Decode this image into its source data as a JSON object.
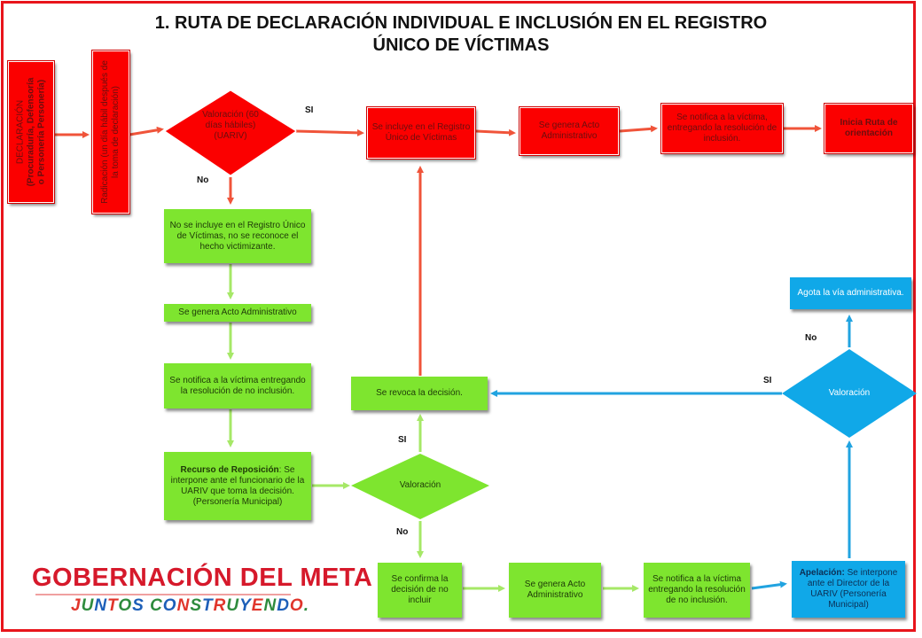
{
  "title": {
    "line1": "1. RUTA DE DECLARACIÓN INDIVIDUAL E INCLUSIÓN EN EL REGISTRO",
    "line2": "ÚNICO DE VÍCTIMAS"
  },
  "nodes": {
    "declaracion": {
      "line1": "DECLARACIÓN",
      "line2": "(Procuraduría, Defensoría",
      "line3": "o Personería Personería)"
    },
    "radicacion": {
      "line1": "Radicación (un día hábil después de",
      "line2": "la toma de declaración)"
    },
    "valoracion_1": "Valoración (60 días hábiles) (UARIV)",
    "se_incluye": "Se incluye en el Registro Único de Víctimas",
    "acto_incl": "Se genera Acto Administrativo",
    "notifica_incl": "Se notifica a la víctima, entregando la resolución de inclusión.",
    "inicia_ruta": "Inicia Ruta de orientación",
    "no_incluye": "No se incluye en el Registro Único de Víctimas, no se reconoce el hecho victimizante.",
    "acto_no_incl": "Se genera Acto Administrativo",
    "notifica_no_incl": "Se notifica a la víctima entregando la resolución de no inclusión.",
    "recurso_bold": "Recurso de Reposición",
    "recurso_rest": ": Se interpone ante el funcionario de la UARIV que toma la decisión. (Personería Municipal)",
    "valoracion_2": "Valoración",
    "revoca": "Se revoca la decisión.",
    "confirma": "Se confirma la decisión de no incluir",
    "acto_final": "Se genera Acto Administrativo",
    "notifica_final": "Se notifica a la víctima entregando la resolución de no inclusión.",
    "apelacion_bold": "Apelación:",
    "apelacion_rest": " Se interpone ante el Director de la UARIV (Personería Municipal)",
    "valoracion_3": "Valoración",
    "agota": "Agota la vía administrativa."
  },
  "edge_labels": {
    "si_1": "SI",
    "no_1": "No",
    "si_2": "SI",
    "no_2": "No",
    "si_3": "SI",
    "no_3": "No"
  },
  "logo": {
    "name": "GOBERNACIÓN DEL META",
    "slogan": "JUNTOS CONSTRUYENDO."
  },
  "colors": {
    "red": "#fb0000",
    "green": "#7ee52f",
    "blue": "#10a8e8",
    "red_arrow": "#f0543a",
    "green_arrow": "#a6e867",
    "blue_arrow": "#21a3e0",
    "frame": "#e8141b"
  }
}
